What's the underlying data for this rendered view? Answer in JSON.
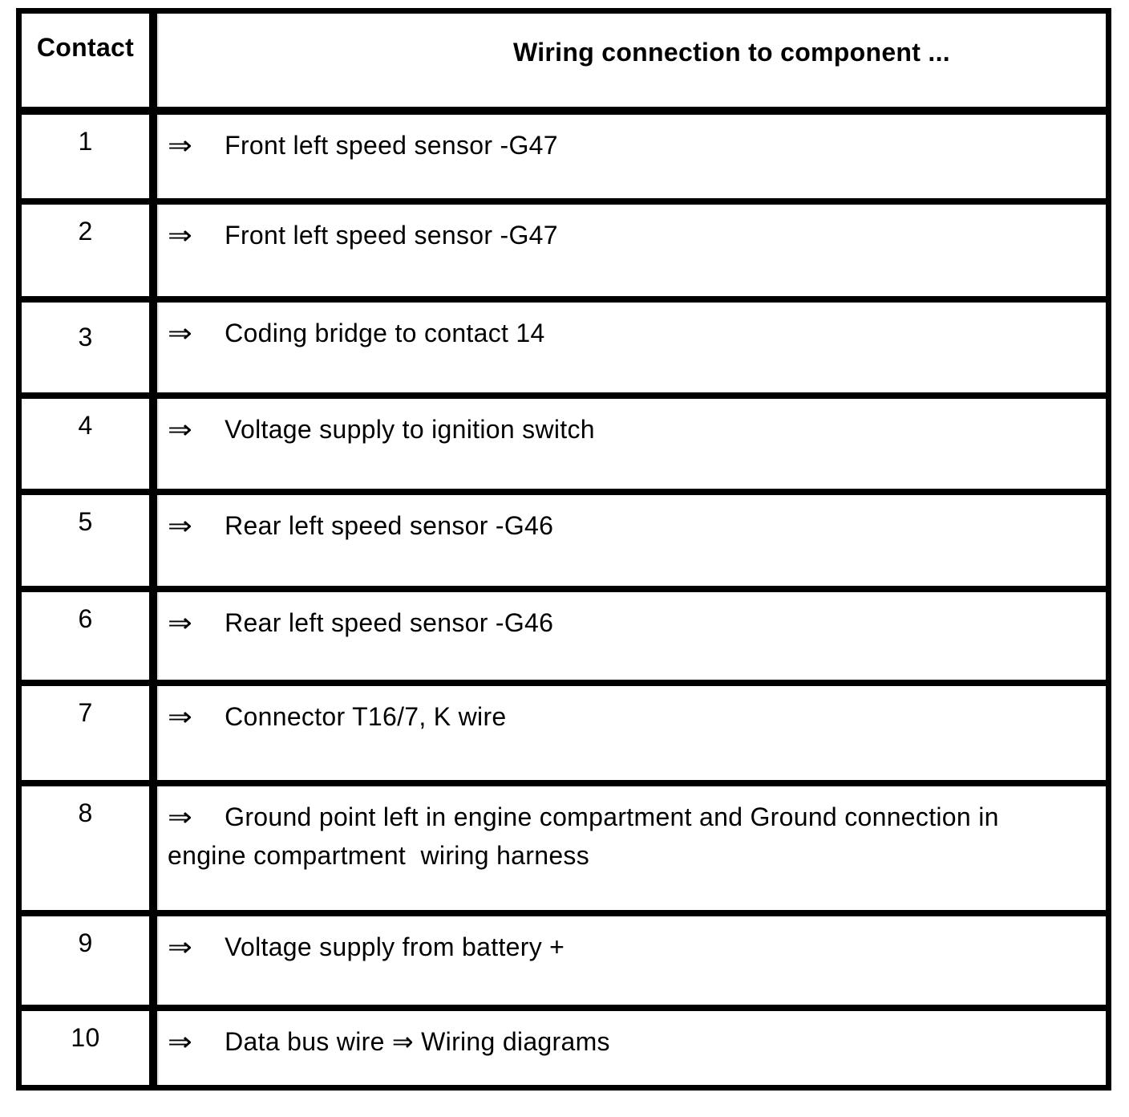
{
  "document": {
    "type": "scanned-wiring-table",
    "ink_color": "#000000",
    "paper_color": "#ffffff"
  },
  "table": {
    "arrow": "⇒",
    "header": {
      "contact": "Contact",
      "wiring": "Wiring connection to component ..."
    },
    "rows": [
      {
        "contact": "1",
        "text": "Front left speed sensor -G47"
      },
      {
        "contact": "2",
        "text": "Front left speed sensor -G47"
      },
      {
        "contact": "3",
        "text": "Coding bridge to contact 14"
      },
      {
        "contact": "4",
        "text": "Voltage supply to ignition switch"
      },
      {
        "contact": "5",
        "text": "Rear left speed sensor -G46"
      },
      {
        "contact": "6",
        "text": "Rear left speed sensor -G46"
      },
      {
        "contact": "7",
        "text": "Connector T16/7, K wire"
      },
      {
        "contact": "8",
        "text": "Ground point left in engine compartment and Ground connection in engine compartment  wiring harness"
      },
      {
        "contact": "9",
        "text": "Voltage supply from battery +"
      },
      {
        "contact": "10",
        "text": "Data bus wire ⇒ Wiring diagrams"
      }
    ]
  }
}
